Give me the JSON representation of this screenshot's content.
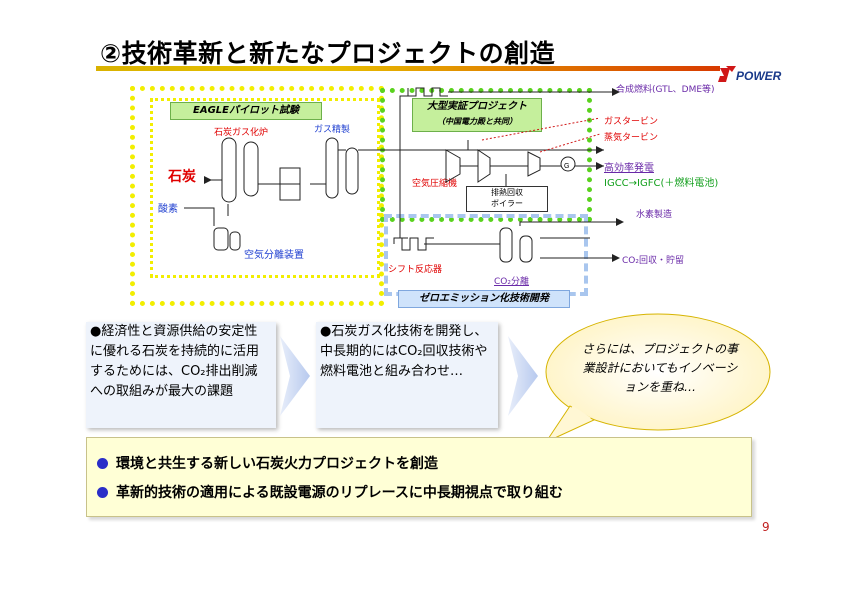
{
  "slide": {
    "title": "②技術革新と新たなプロジェクトの創造",
    "logo_text": "POWER",
    "page_number": "9"
  },
  "diagram": {
    "eagle_label": "EAGLEパイロット試験",
    "gasifier_label": "石炭ガス化炉",
    "gas_purify_label": "ガス精製",
    "coal_label": "石炭",
    "oxygen_label": "酸素",
    "air_sep_label": "空気分離装置",
    "big_demo_label": "大型実証プロジェクト",
    "big_demo_sub": "（中国電力殿と共同）",
    "synfuel_label": "合成燃料(GTL、DME等)",
    "gas_turbine_label": "ガスタービン",
    "steam_turbine_label": "蒸気タービン",
    "air_compressor_label": "空気圧縮機",
    "hrsg_label_1": "排熱回収",
    "hrsg_label_2": "ボイラー",
    "generator_label": "G",
    "high_eff_label": "高効率発電",
    "igfc_label": "IGCC→IGFC(＋燃料電池)",
    "hydrogen_label": "水素製造",
    "shift_label": "シフト反応器",
    "co2_sep_label": "CO₂分離",
    "co2_storage_label": "CO₂回収・貯留",
    "zero_emission_label": "ゼロエミッション化技術開発"
  },
  "panels": {
    "left_text": "●経済性と資源供給の安定性に優れる石炭を持続的に活用するためには、CO₂排出削減への取組みが最大の課題",
    "middle_text": "●石炭ガス化技術を開発し、中長期的にはCO₂回収技術や燃料電池と組み合わせ…",
    "callout_text": "さらには、プロジェクトの事業設計においてもイノベーションを重ね…"
  },
  "summary": {
    "items": [
      "環境と共生する新しい石炭火力プロジェクトを創造",
      "革新的技術の適用による既設電源のリプレースに中長期視点で取り組む"
    ]
  },
  "colors": {
    "title_rule_start": "#d9b100",
    "title_rule_end": "#d83a00",
    "eagle_border": "#f2ee00",
    "demo_border": "#5ad21e",
    "zero_border": "#a9c6ee",
    "bullet_blue": "#2a2ec8"
  }
}
